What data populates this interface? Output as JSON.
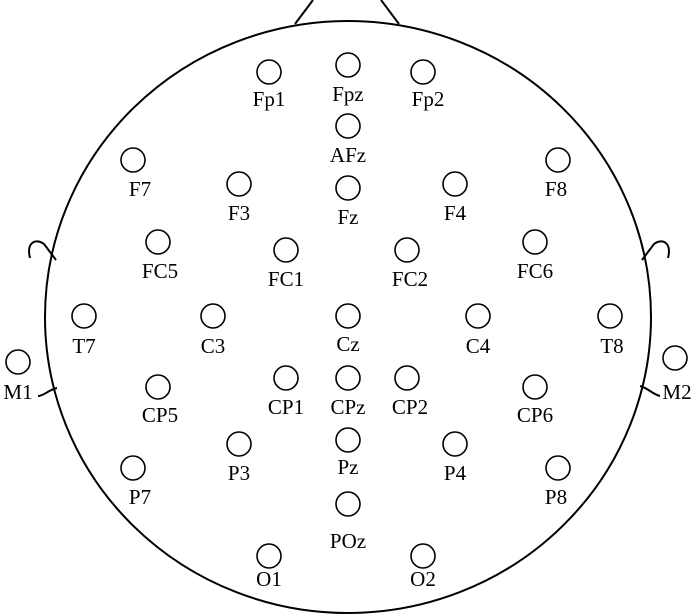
{
  "title": "EEG electrode placement (10-20 system)",
  "electrodes": [
    "Fp1",
    "Fpz",
    "Fp2",
    "AFz",
    "F7",
    "F3",
    "Fz",
    "F4",
    "F8",
    "FC5",
    "FC1",
    "FC2",
    "FC6",
    "T7",
    "C3",
    "Cz",
    "C4",
    "T8",
    "M1",
    "M2",
    "CP5",
    "CP1",
    "CPz",
    "CP2",
    "CP6",
    "P7",
    "P3",
    "Pz",
    "P4",
    "P8",
    "POz",
    "O1",
    "O2"
  ]
}
